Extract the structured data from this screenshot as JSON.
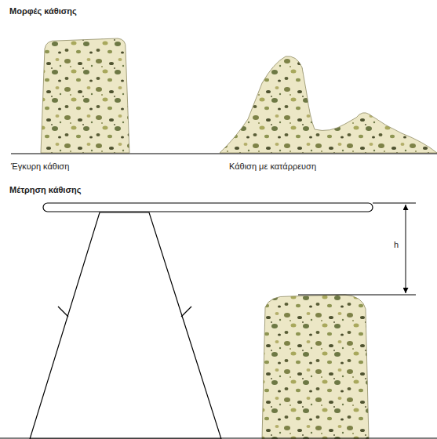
{
  "diagram": {
    "title": "Μορφές κάθισης",
    "labels": [
      "Έγκυρη κάθιση",
      "Κάθιση με κατάρρευση",
      "Μέτρηση κάθισης",
      "h"
    ]
  }
}
